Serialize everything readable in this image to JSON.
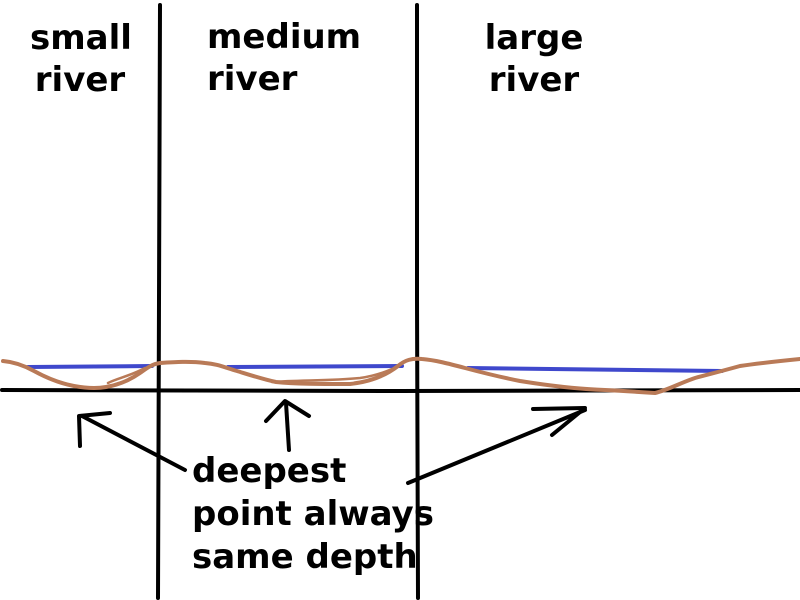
{
  "panels": [
    {
      "id": "small",
      "line1": "small",
      "line2": "river"
    },
    {
      "id": "medium",
      "line1": "medium",
      "line2": "river"
    },
    {
      "id": "large",
      "line1": "large",
      "line2": "river"
    }
  ],
  "annotation": {
    "line1": "deepest",
    "line2": "point always",
    "line3": "same depth"
  },
  "colors": {
    "ink": "#000000",
    "water": "#3f48cc",
    "riverbed": "#b97a57",
    "background": "#ffffff"
  }
}
